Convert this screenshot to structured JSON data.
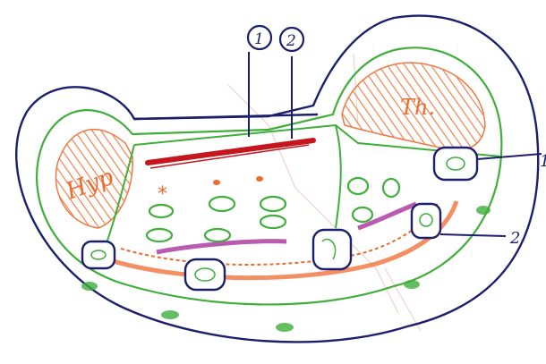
{
  "colors": {
    "paper": "#ffffff",
    "outer_outline": "#1c1f6b",
    "green": "#3fae3a",
    "orange": "#ef6a2e",
    "red": "#c4161c",
    "magenta": "#a8329a",
    "faint": "#e9c9c2"
  },
  "labels": {
    "left_region": "Hyp",
    "right_region": "Th.",
    "callout_1": "1",
    "callout_2": "2",
    "edge_1": "1",
    "edge_2": "2",
    "star": "*"
  }
}
